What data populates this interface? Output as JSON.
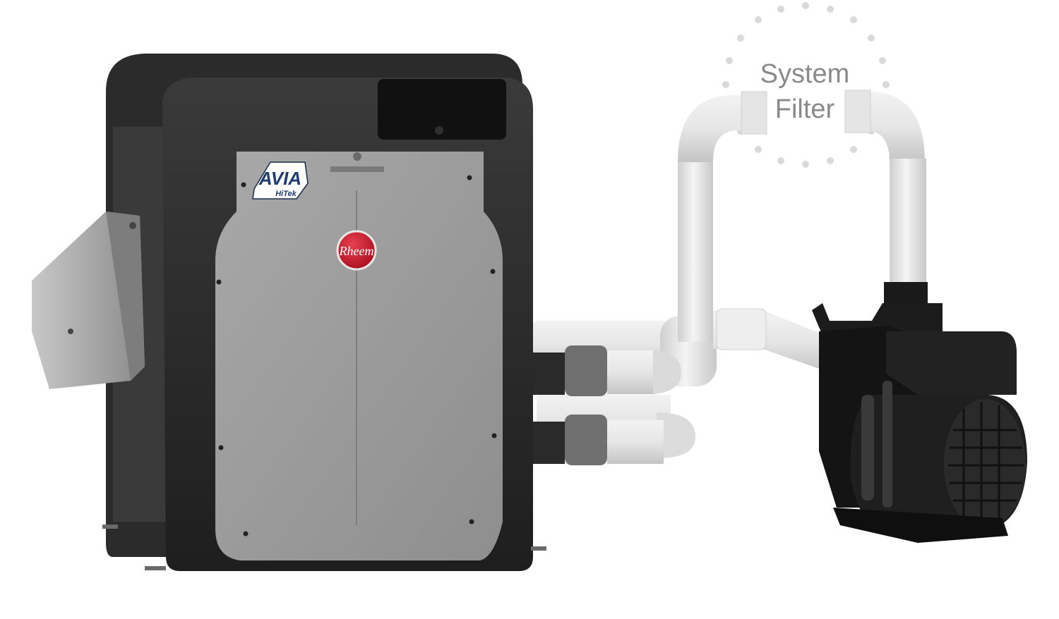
{
  "filter_label": {
    "line1": "System",
    "line2": "Filter"
  },
  "heater": {
    "logo_text": "AVIA",
    "logo_sub": "HiTek",
    "brand_badge": "Rheem"
  },
  "colors": {
    "cabinet": "#2b2b2b",
    "panel": "#9c9c9c",
    "pipe": "#e6e6e6",
    "pump": "#1c1c1c",
    "brand_red": "#c8102e",
    "label_gray": "#8a8a8a",
    "dot_gray": "#d9d9d9"
  }
}
